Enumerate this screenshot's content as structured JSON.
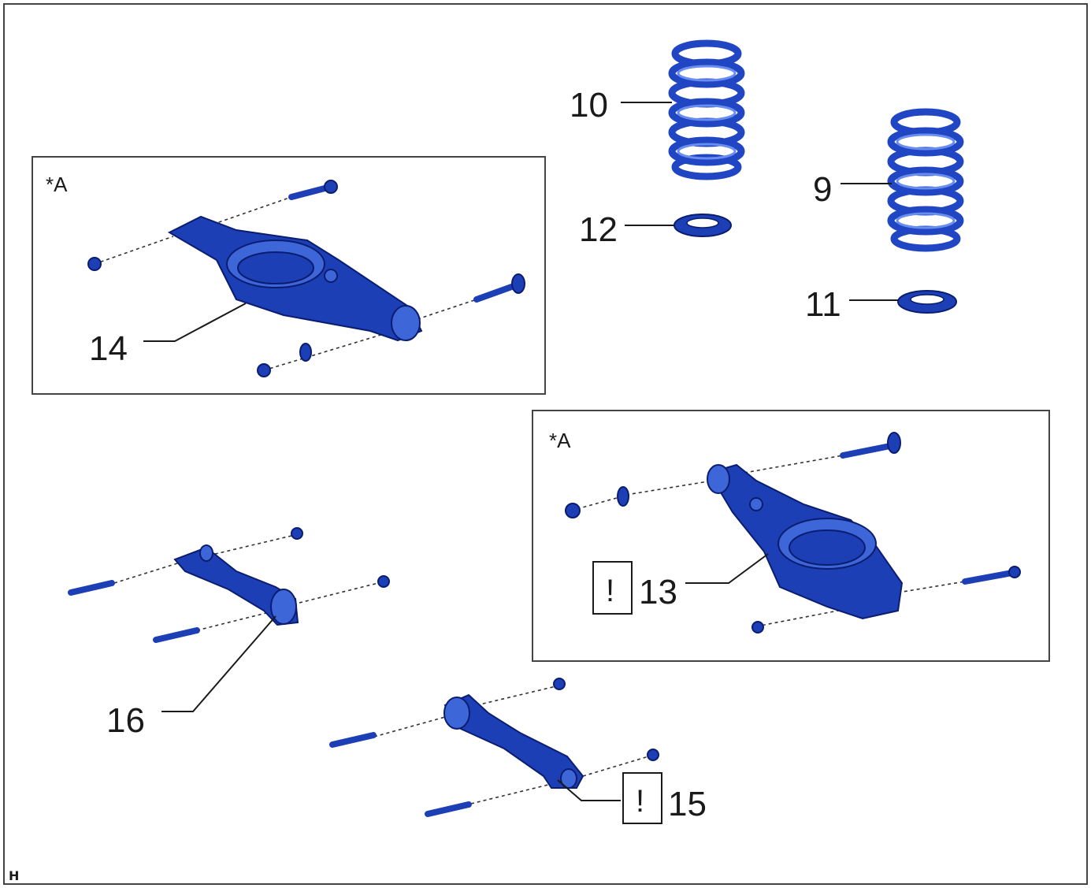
{
  "callouts": {
    "p9": "9",
    "p10": "10",
    "p11": "11",
    "p12": "12",
    "p13": "13",
    "p14": "14",
    "p15": "15",
    "p16": "16"
  },
  "group_labels": {
    "upper_box": "*A",
    "lower_box": "*A"
  },
  "caution_marks": {
    "p13": "!",
    "p15": "!"
  },
  "footer_code": "H",
  "colors": {
    "part_blue": "#1c3fb5",
    "part_highlight": "#3d66d8",
    "outline": "#0a1d70"
  }
}
